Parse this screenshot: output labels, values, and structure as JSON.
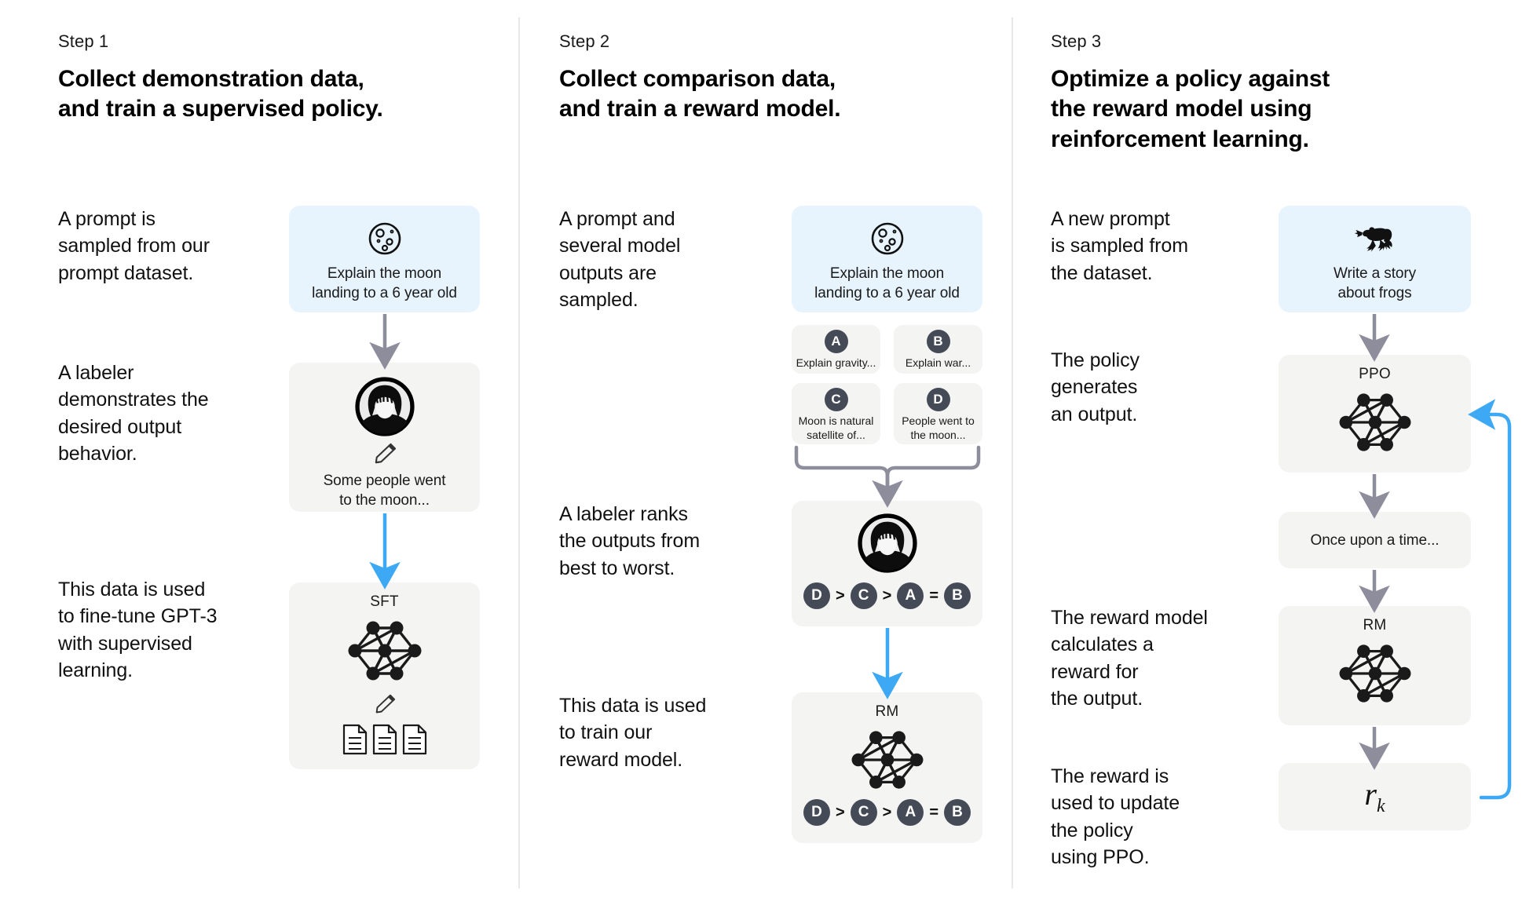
{
  "colors": {
    "prompt_card_bg": "#e7f4fd",
    "grey_card_bg": "#f4f4f3",
    "badge": "#454a57",
    "arrow_grey": "#8e8d9c",
    "arrow_blue": "#3da9f5",
    "divider": "#e8e8e8",
    "text": "#111111"
  },
  "steps": [
    {
      "label": "Step 1",
      "title": "Collect demonstration data,\nand train a supervised policy.",
      "paragraphs": [
        "A prompt is\nsampled from our\nprompt dataset.",
        "A labeler\ndemonstrates the\ndesired output\nbehavior.",
        "This data is used\nto fine-tune GPT-3\nwith supervised\nlearning."
      ],
      "cards": {
        "prompt": {
          "icon": "moon-icon",
          "text": "Explain the moon\nlanding to a 6 year old"
        },
        "labeler": {
          "icon": "labeler-avatar-icon",
          "sub_icon": "pencil-icon",
          "text": "Some people went\nto the moon..."
        },
        "model": {
          "caption": "SFT",
          "icon": "neural-network-icon",
          "sub_icon": "pencil-icon",
          "docs_icon": "documents-icon"
        }
      }
    },
    {
      "label": "Step 2",
      "title": "Collect comparison data,\nand train a reward model.",
      "paragraphs": [
        "A prompt and\nseveral model\noutputs are\nsampled.",
        "A labeler ranks\nthe outputs from\nbest to worst.",
        "This data is used\nto train our\nreward model."
      ],
      "cards": {
        "prompt": {
          "icon": "moon-icon",
          "text": "Explain the moon\nlanding to a 6 year old"
        },
        "options": [
          {
            "badge": "A",
            "text": "Explain gravity..."
          },
          {
            "badge": "B",
            "text": "Explain war..."
          },
          {
            "badge": "C",
            "text": "Moon is natural\nsatellite of..."
          },
          {
            "badge": "D",
            "text": "People went to\nthe moon..."
          }
        ],
        "ranking": {
          "icon": "labeler-avatar-icon",
          "tokens": [
            "D",
            ">",
            "C",
            ">",
            "A",
            "=",
            "B"
          ]
        },
        "reward_model": {
          "caption": "RM",
          "icon": "neural-network-icon",
          "tokens": [
            "D",
            ">",
            "C",
            ">",
            "A",
            "=",
            "B"
          ]
        }
      }
    },
    {
      "label": "Step 3",
      "title": "Optimize a policy against\nthe reward model using\nreinforcement learning.",
      "paragraphs": [
        "A new prompt\nis sampled from\nthe dataset.",
        "The policy\ngenerates\nan output.",
        "The reward model\ncalculates a\nreward for\nthe output.",
        "The reward is\nused to update\nthe policy\nusing PPO."
      ],
      "cards": {
        "prompt": {
          "icon": "frog-icon",
          "text": "Write a story\nabout frogs"
        },
        "policy": {
          "caption": "PPO",
          "icon": "neural-network-icon"
        },
        "output": {
          "text": "Once upon a time..."
        },
        "reward_model": {
          "caption": "RM",
          "icon": "neural-network-icon"
        },
        "reward": {
          "symbol": "r",
          "subscript": "k"
        }
      }
    }
  ]
}
